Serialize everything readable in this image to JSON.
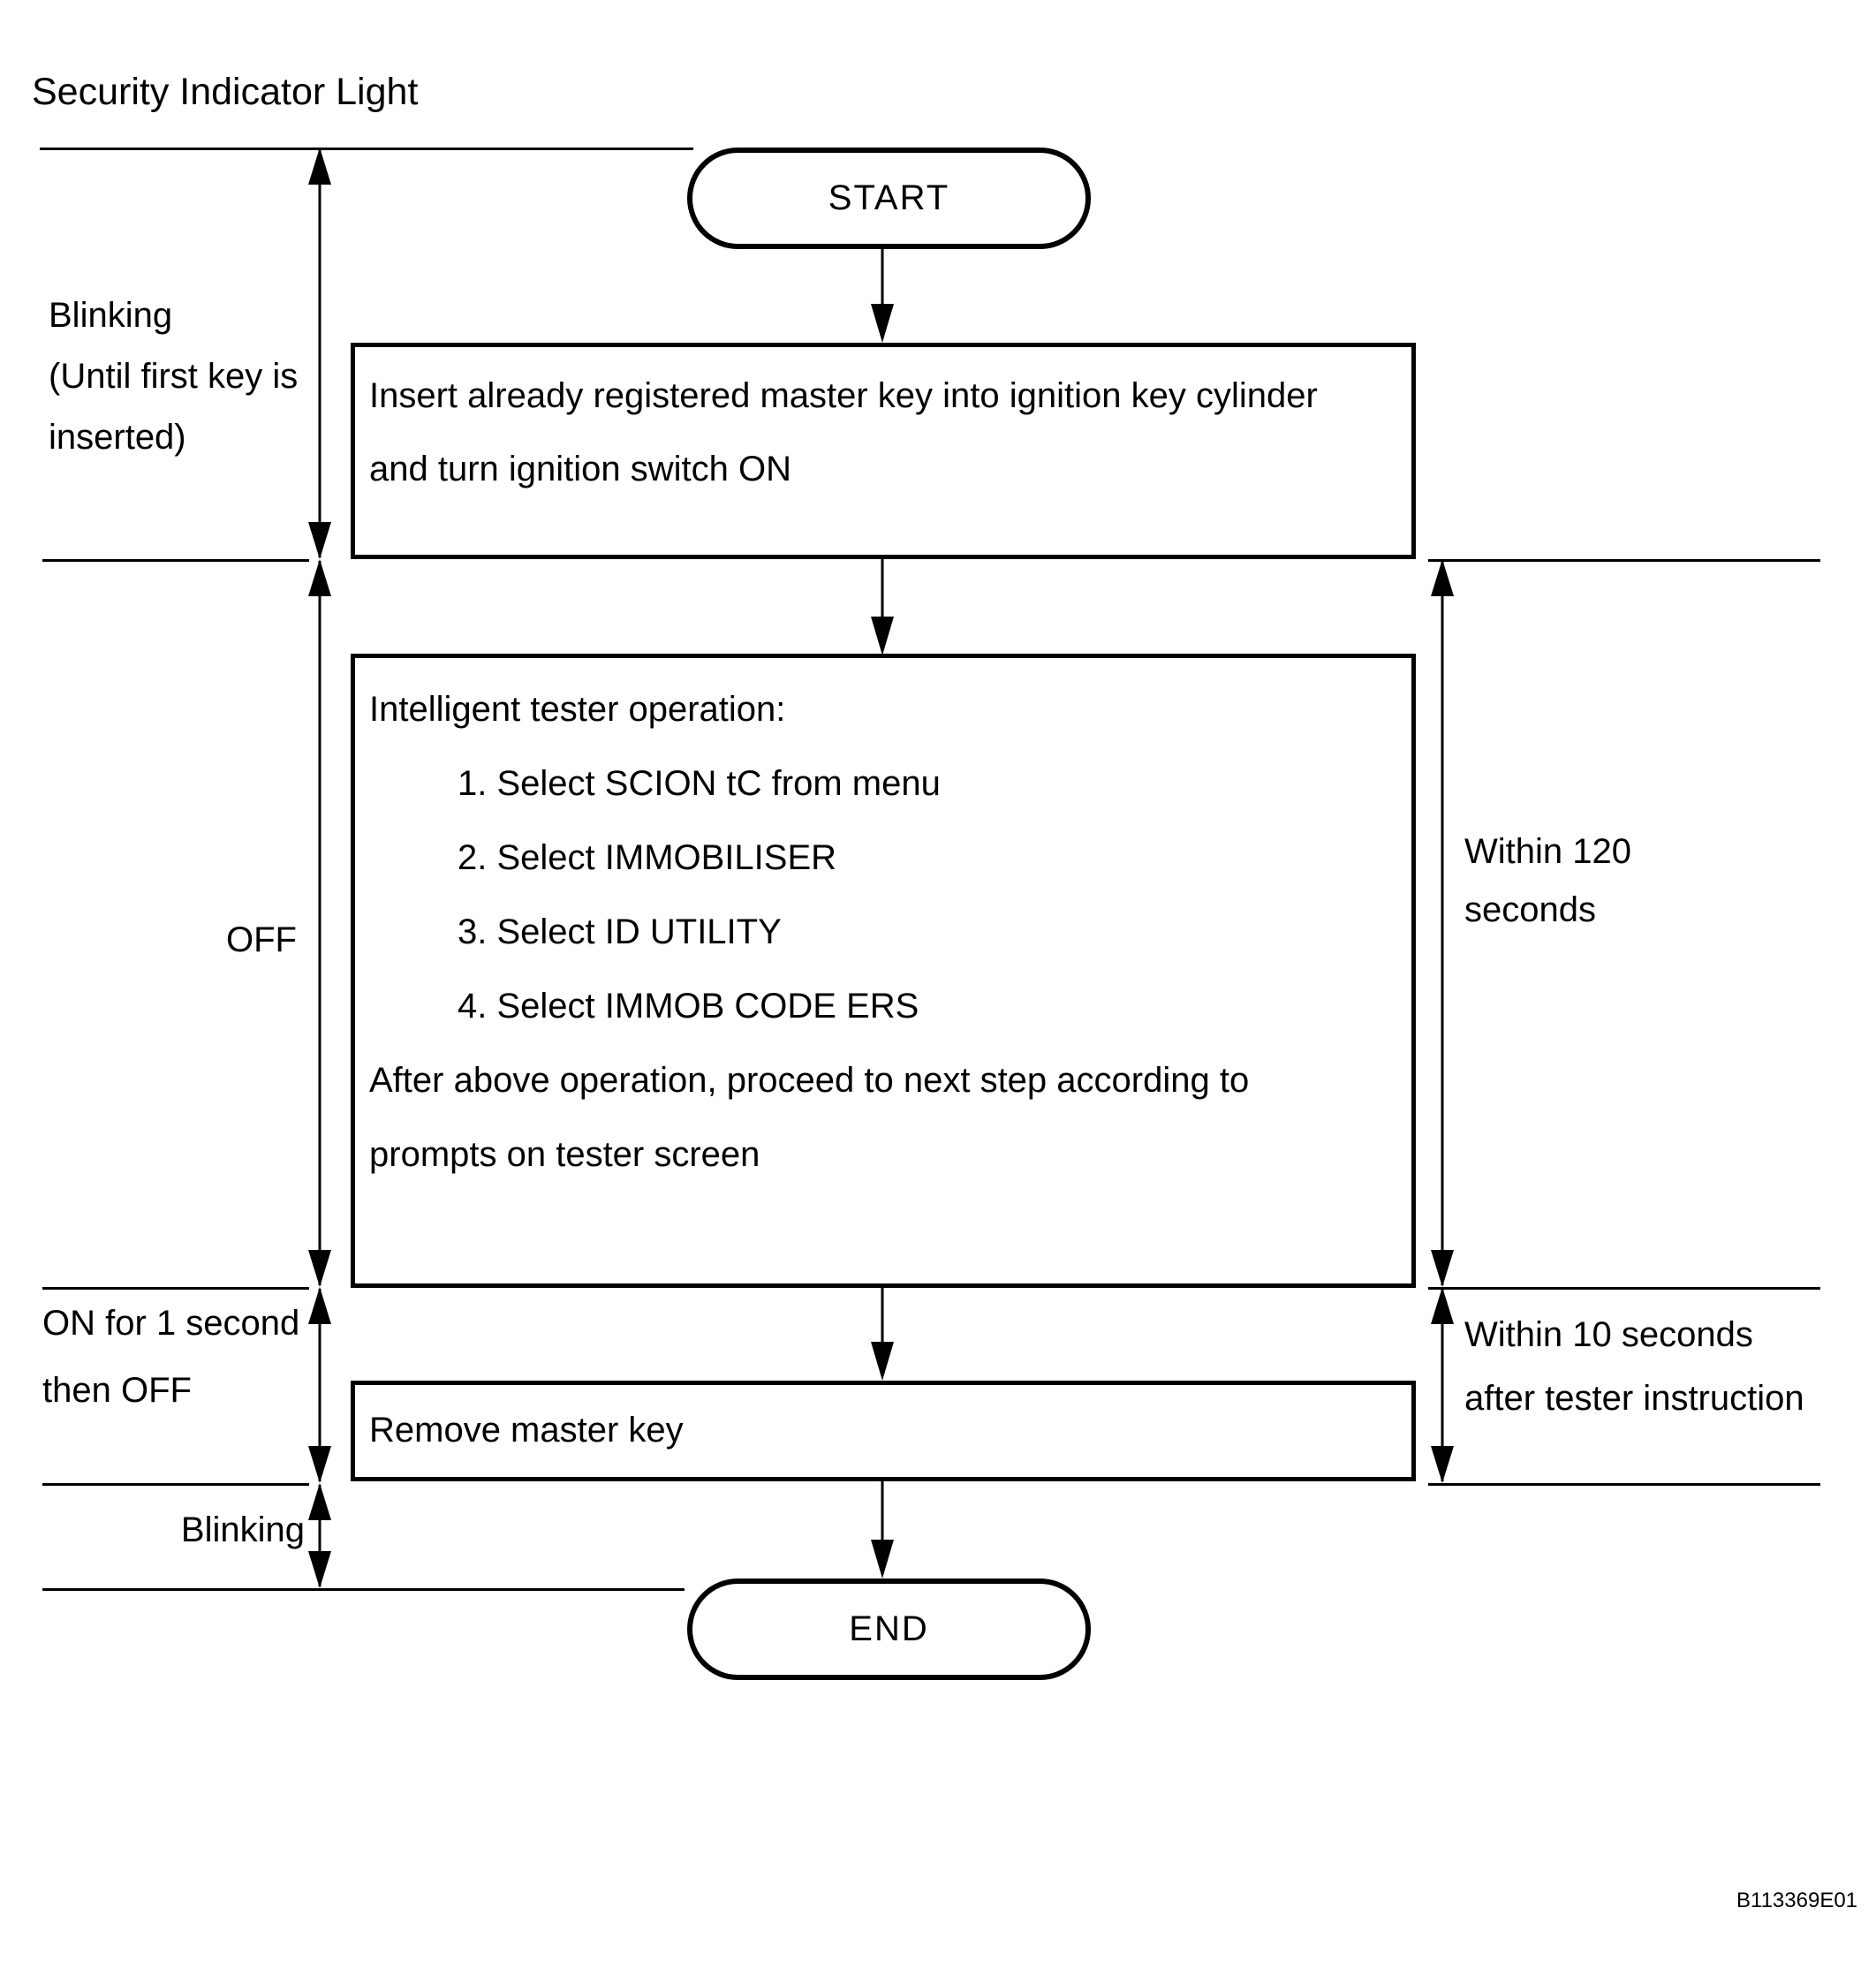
{
  "title": "Security Indicator Light",
  "flowchart": {
    "start_label": "START",
    "end_label": "END",
    "box1": {
      "lines": [
        "Insert already registered master key into ignition key cylinder",
        "and turn ignition switch ON"
      ]
    },
    "box2": {
      "heading": "Intelligent tester operation:",
      "steps": [
        "1. Select SCION tC from menu",
        "2. Select IMMOBILISER",
        "3. Select ID UTILITY",
        "4. Select IMMOB CODE ERS"
      ],
      "footer_lines": [
        "After above operation, proceed to next step according to",
        "prompts on tester screen"
      ]
    },
    "box3": {
      "label": "Remove master key"
    }
  },
  "left_labels": {
    "segment1": [
      "Blinking",
      "(Until first key is",
      "inserted)"
    ],
    "segment2": "OFF",
    "segment3": [
      "ON for 1 second",
      "then OFF"
    ],
    "segment4": "Blinking"
  },
  "right_labels": {
    "segment1": [
      "Within 120",
      "seconds"
    ],
    "segment2": [
      "Within 10 seconds",
      "after tester instruction"
    ]
  },
  "footer_code": "B113369E01",
  "colors": {
    "ink": "#000000",
    "background": "#ffffff"
  }
}
